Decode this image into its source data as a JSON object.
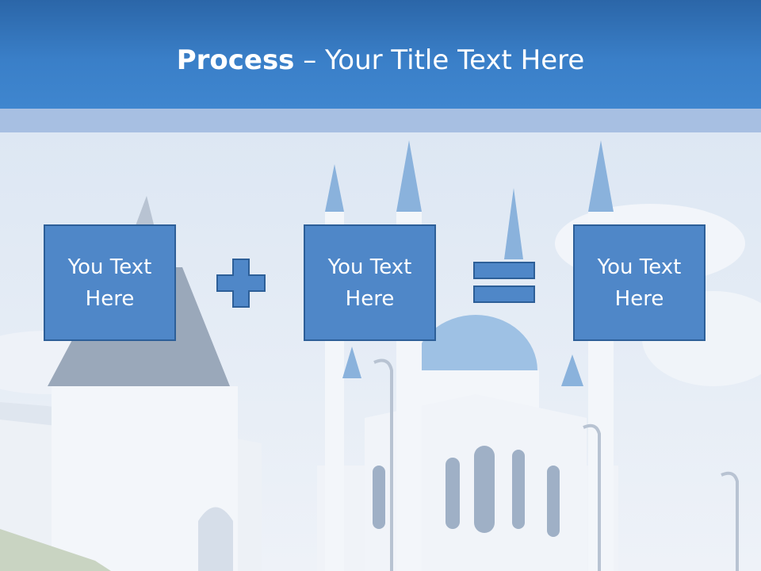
{
  "slide": {
    "title_bold": "Process",
    "title_rest": " – Your Title Text Here"
  },
  "boxes": [
    {
      "text": "You Text Here"
    },
    {
      "text": "You Text Here"
    },
    {
      "text": "You Text Here"
    }
  ],
  "operators": [
    "plus-icon",
    "equals-icon"
  ],
  "colors": {
    "header": "#3a7fc8",
    "band": "#a7bfe2",
    "box_fill": "#4f87c8",
    "box_border": "#2d5f98",
    "text": "#ffffff"
  }
}
